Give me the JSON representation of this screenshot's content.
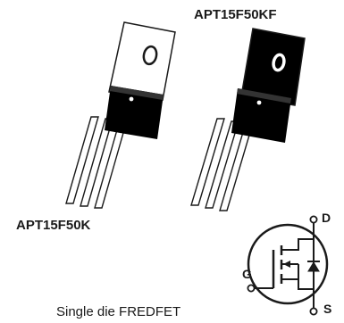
{
  "labels": {
    "part_left": "APT15F50K",
    "part_right": "APT15F50KF",
    "caption": "Single die FREDFET"
  },
  "schematic": {
    "drain": "D",
    "gate": "G",
    "source": "S"
  },
  "colors": {
    "ink": "#1a1a1a",
    "tab_left": "#ffffff",
    "tab_right": "#000000",
    "body": "#000000"
  },
  "icons": [
    "to220-package",
    "to220-isolated-package",
    "fredfet-symbol"
  ]
}
